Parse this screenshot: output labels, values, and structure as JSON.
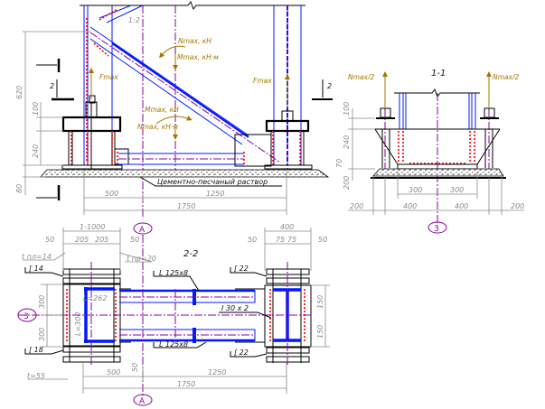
{
  "drawing": {
    "section_1_1_title": "1-1",
    "section_2_2_title": "2-2",
    "axis_a": "A",
    "axis_3": "3",
    "section_mark": "2",
    "section_mark_left": "-",
    "elevation": {
      "mortar_label": "Цементно-песчаный раствор",
      "load_top_left": "Nmax, кН",
      "load_top_right": "Mmax, кН·м",
      "load_left": "Fmax",
      "load_right": "Fmax",
      "load_mid_1": "Mmax, кН",
      "load_mid_2": "Nmax, кН·м",
      "brace_label": "1:2",
      "dims_horizontal": [
        "500",
        "1250",
        "1750"
      ],
      "dims_vertical": [
        "620",
        "100",
        "240",
        "80"
      ]
    },
    "section_1_1": {
      "load_left": "Nmax/2",
      "load_right": "Nmax/2",
      "dims_row1": [
        "300",
        "300"
      ],
      "dims_row2": [
        "200",
        "400",
        "400",
        "200"
      ],
      "dims_vertical": [
        "100",
        "240",
        "70",
        "200"
      ]
    },
    "plan_2_2": {
      "left_top_dim": "1-1000",
      "right_top_dim": "400",
      "left_small_dims": [
        "50",
        "205",
        "205",
        "50"
      ],
      "right_small_dims": [
        "50",
        "75",
        "75",
        "50"
      ],
      "left_notes": [
        "t пл=14",
        "t пр=20"
      ],
      "left_channel_top": "[ 14",
      "left_channel_bottom": "[ 18",
      "right_channel_top": "[ 22",
      "right_channel_bottom": "[ 22",
      "angle_top": "L 125x8",
      "angle_bottom": "L 125x8",
      "ibeam": "I 30 x 2",
      "left_vertical_dims": [
        "300",
        "300"
      ],
      "right_vertical_dims": [
        "150",
        "150"
      ],
      "inner_dims": [
        "L=262",
        "L=300"
      ],
      "bottom_small": "t=55",
      "center_small": "50",
      "dims_horizontal": [
        "500",
        "1250",
        "1750"
      ]
    }
  },
  "colors": {
    "steel": "#0018ff",
    "axis": "#8a00a0",
    "weld": "#ff0000",
    "load": "#a07800",
    "dimension": "#8a8a8a"
  }
}
